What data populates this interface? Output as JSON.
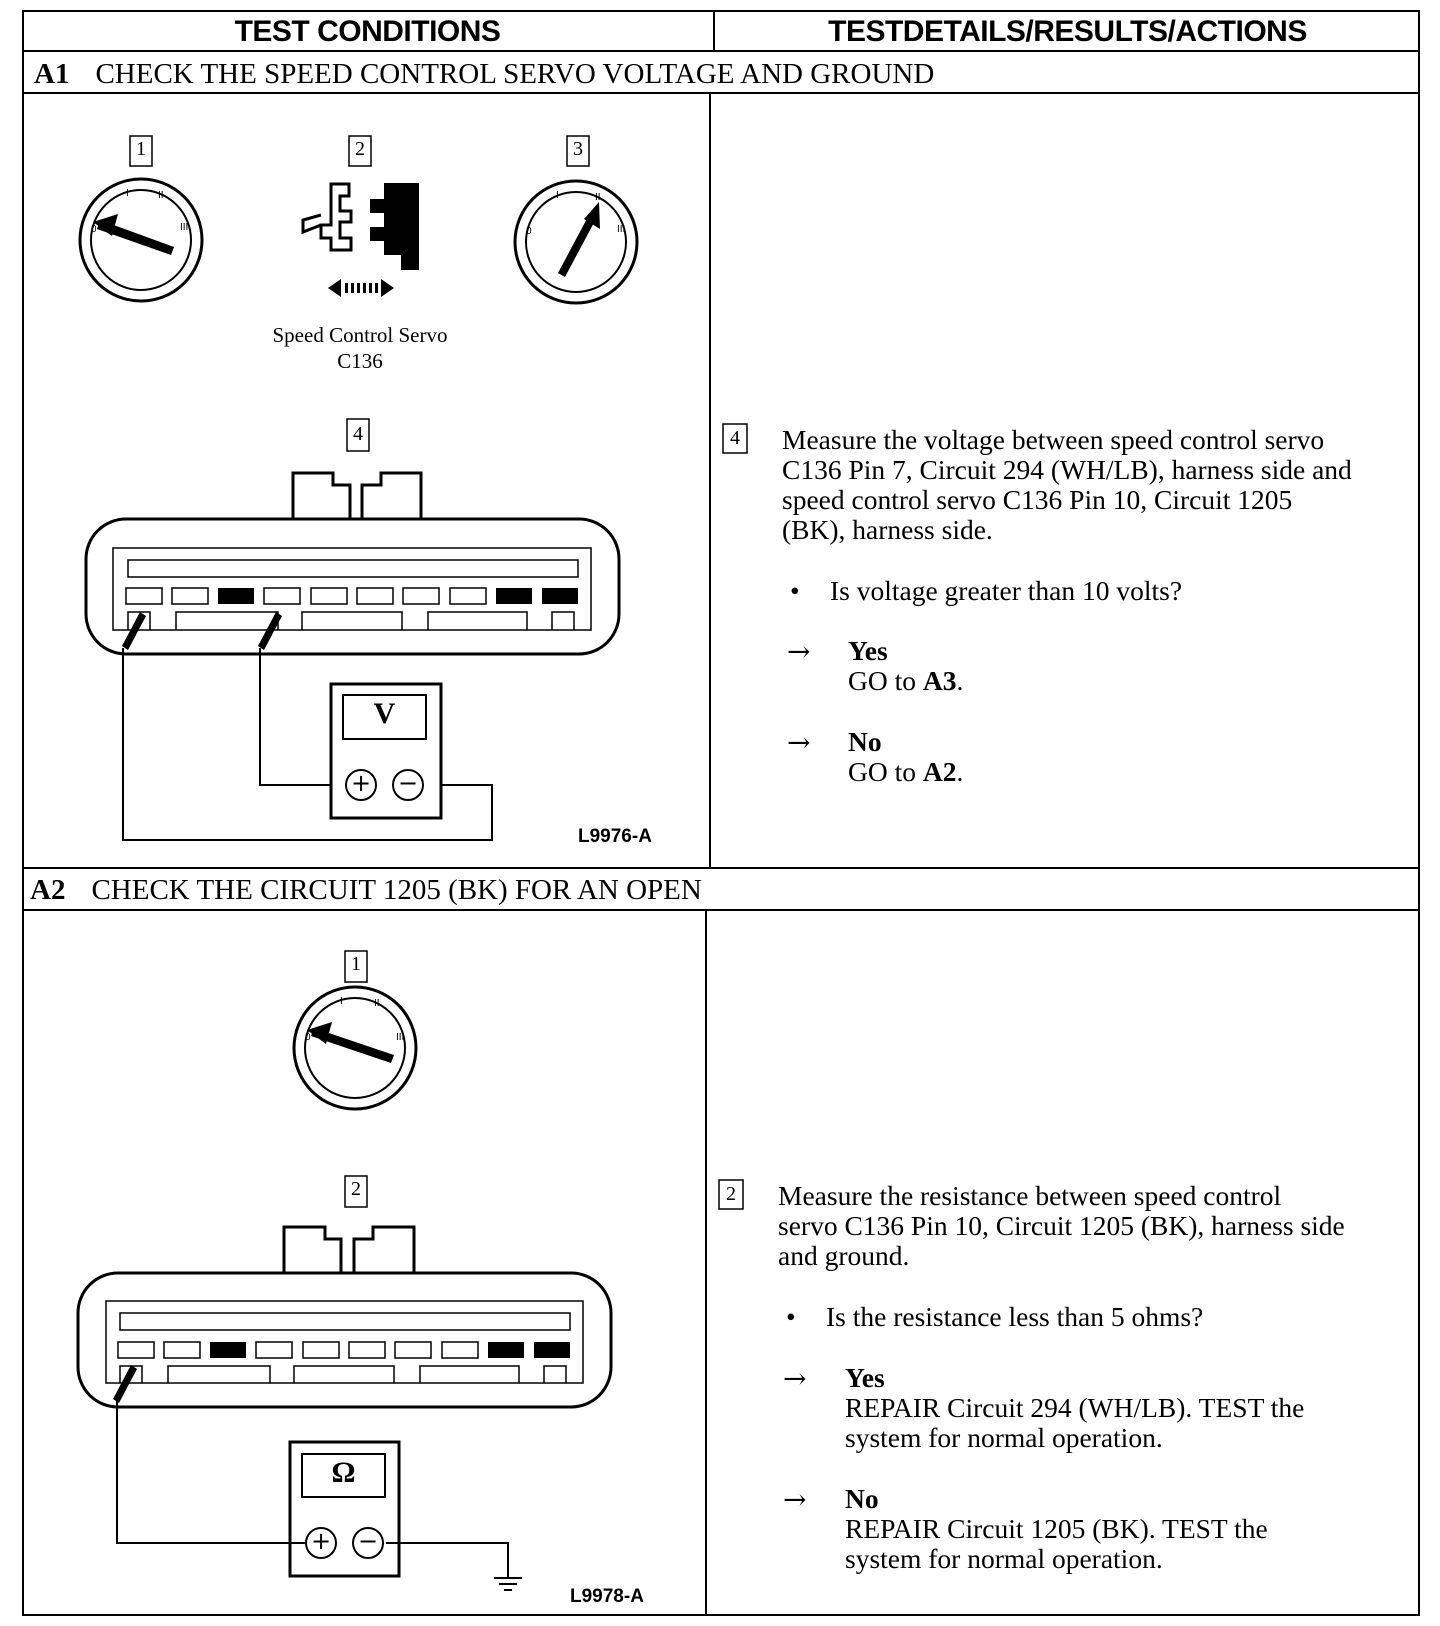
{
  "header": {
    "left": "TEST CONDITIONS",
    "right": "TESTDETAILS/RESULTS/ACTIONS"
  },
  "a1": {
    "code": "A1",
    "title": "CHECK THE SPEED CONTROL SERVO VOLTAGE AND GROUND",
    "steps": [
      "1",
      "2",
      "3",
      "4"
    ],
    "servo_label_line1": "Speed Control Servo",
    "servo_label_line2": "C136",
    "meter_symbol": "V",
    "figure_id": "L9976-A",
    "step_ref": "4",
    "instruction": [
      "Measure the voltage between speed control servo",
      "C136 Pin 7, Circuit 294 (WH/LB), harness side and",
      "speed control servo C136 Pin 10, Circuit 1205",
      "(BK), harness side."
    ],
    "question": "Is voltage greater than 10 volts?",
    "yes_label": "Yes",
    "yes_action_prefix": "GO to ",
    "yes_action_target": "A3",
    "no_label": "No",
    "no_action_prefix": "GO to ",
    "no_action_target": "A2"
  },
  "a2": {
    "code": "A2",
    "title": "CHECK THE CIRCUIT 1205 (BK) FOR AN OPEN",
    "steps": [
      "1",
      "2"
    ],
    "meter_symbol": "Ω",
    "figure_id": "L9978-A",
    "step_ref": "2",
    "instruction": [
      "Measure the resistance between speed control",
      "servo C136 Pin 10, Circuit 1205 (BK), harness side",
      "and ground."
    ],
    "question": "Is the resistance less than 5 ohms?",
    "yes_label": "Yes",
    "yes_action": [
      "REPAIR Circuit 294 (WH/LB). TEST the",
      "system for normal operation."
    ],
    "no_label": "No",
    "no_action": [
      "REPAIR Circuit 1205 (BK). TEST the",
      "system for normal operation."
    ]
  },
  "symbols": {
    "arrow": "→",
    "bullet": "•",
    "plus": "+",
    "minus": "−"
  }
}
